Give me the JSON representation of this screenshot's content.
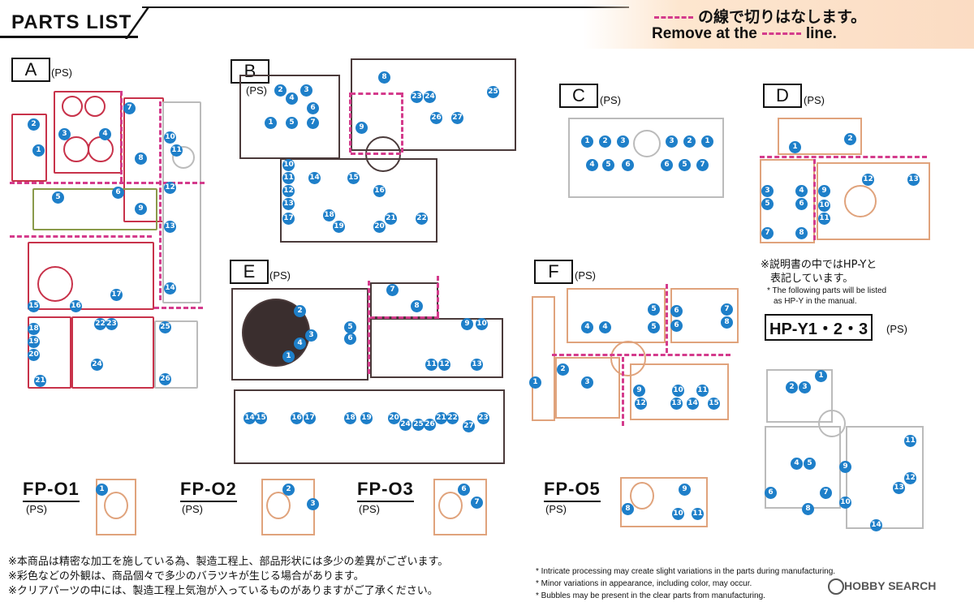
{
  "title": "PARTS LIST",
  "remove_notice": {
    "jp": "の線で切りはなします。",
    "en_before": "Remove at the",
    "en_after": "line."
  },
  "colors": {
    "cut_line": "#d43b8c",
    "bubble": "#1e7fc9",
    "pink": "#c8324a",
    "orange": "#e0a37c",
    "dark": "#4a3a3a",
    "light": "#bbbbbb",
    "olive": "#8a9a4a"
  },
  "runners": [
    {
      "id": "A",
      "suffix": "(PS)"
    },
    {
      "id": "B",
      "suffix": "(PS)"
    },
    {
      "id": "C",
      "suffix": "(PS)"
    },
    {
      "id": "D",
      "suffix": "(PS)"
    },
    {
      "id": "E",
      "suffix": "(PS)"
    },
    {
      "id": "F",
      "suffix": "(PS)"
    }
  ],
  "face_plates": [
    {
      "id": "FP-O1",
      "suffix": "(PS)"
    },
    {
      "id": "FP-O2",
      "suffix": "(PS)"
    },
    {
      "id": "FP-O3",
      "suffix": "(PS)"
    },
    {
      "id": "FP-O5",
      "suffix": "(PS)"
    }
  ],
  "hp_note": {
    "jp_line1": "※説明書の中ではHP-Yと",
    "jp_line2": "表記しています。",
    "en_line1": "* The following parts will be listed",
    "en_line2": "as HP-Y in the manual."
  },
  "hp_title": "HP-Y1・2・3",
  "hp_suffix": "(PS)",
  "notes_jp": [
    "※本商品は精密な加工を施している為、製造工程上、部品形状には多少の差異がございます。",
    "※彩色などの外観は、商品個々で多少のバラツキが生じる場合があります。",
    "※クリアパーツの中には、製造工程上気泡が入っているものがありますがご了承ください。"
  ],
  "notes_en": [
    "* Intricate processing may create slight variations in the parts during manufacturing.",
    "* Minor variations in appearance, including color, may occur.",
    "* Bubbles may be present in the clear parts from manufacturing."
  ],
  "watermark": "HOBBY SEARCH",
  "bubbles": {
    "A": [
      "1",
      "2",
      "3",
      "4",
      "5",
      "6",
      "7",
      "8",
      "9",
      "10",
      "11",
      "12",
      "13",
      "14",
      "15",
      "16",
      "17",
      "18",
      "19",
      "20",
      "21",
      "22",
      "23",
      "24",
      "25",
      "26"
    ],
    "B": [
      "1",
      "2",
      "3",
      "4",
      "5",
      "6",
      "7",
      "8",
      "9",
      "10",
      "11",
      "12",
      "13",
      "14",
      "15",
      "16",
      "17",
      "18",
      "19",
      "20",
      "21",
      "22",
      "23",
      "24",
      "25",
      "26",
      "27"
    ],
    "C": [
      "1",
      "2",
      "3",
      "3",
      "2",
      "1",
      "4",
      "5",
      "6",
      "6",
      "5",
      "7"
    ],
    "D": [
      "1",
      "2",
      "3",
      "4",
      "5",
      "6",
      "7",
      "8",
      "9",
      "10",
      "11",
      "12",
      "13"
    ],
    "E": [
      "1",
      "2",
      "3",
      "4",
      "5",
      "6",
      "7",
      "8",
      "9",
      "10",
      "11",
      "12",
      "13",
      "14",
      "15",
      "16",
      "17",
      "18",
      "19",
      "20",
      "21",
      "22",
      "23",
      "24",
      "25",
      "26",
      "27"
    ],
    "F": [
      "1",
      "2",
      "3",
      "4",
      "4",
      "5",
      "5",
      "6",
      "6",
      "7",
      "8",
      "9",
      "10",
      "11",
      "12",
      "13",
      "14",
      "15"
    ],
    "FP1": [
      "1"
    ],
    "FP2": [
      "2",
      "3"
    ],
    "FP3": [
      "6",
      "7"
    ],
    "FP5": [
      "8",
      "9",
      "10",
      "11"
    ],
    "HP": [
      "1",
      "2",
      "3",
      "4",
      "5",
      "6",
      "7",
      "8",
      "9",
      "10",
      "11",
      "12",
      "13",
      "14"
    ]
  }
}
